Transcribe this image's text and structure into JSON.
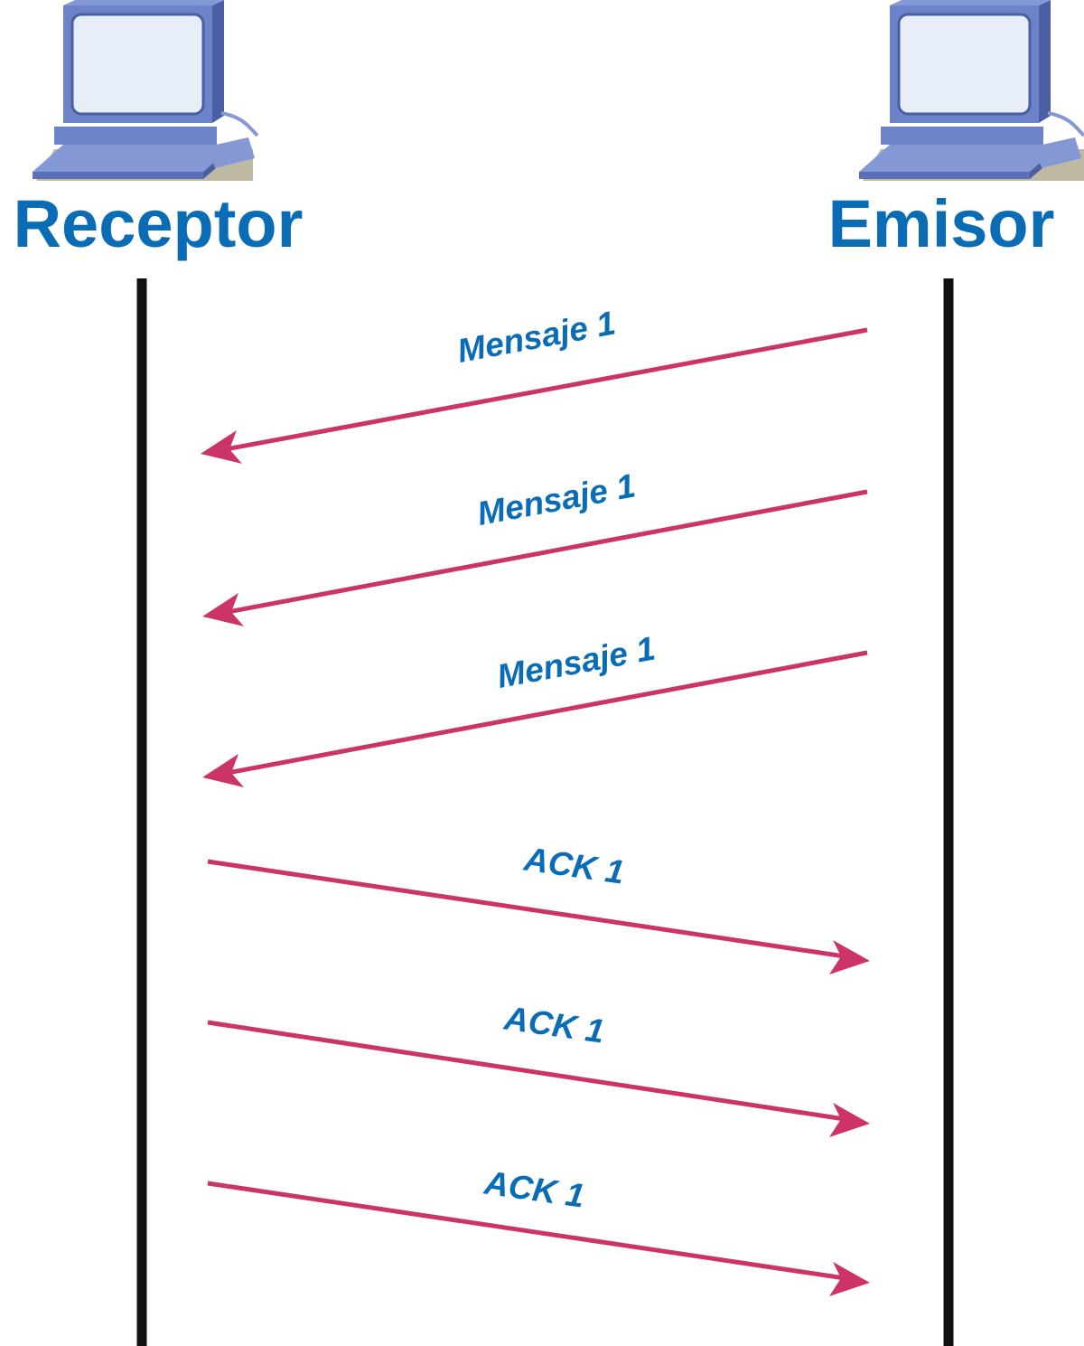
{
  "colors": {
    "title": "#0a6cb5",
    "label": "#0a6cb5",
    "arrow": "#cc3366",
    "lifeline": "#111111",
    "computer_body": "#6d82c9",
    "computer_screen": "#e8eef8"
  },
  "hosts": {
    "left": {
      "name": "Receptor",
      "icon": "computer-icon"
    },
    "right": {
      "name": "Emisor",
      "icon": "computer-icon"
    }
  },
  "messages": [
    {
      "label": "Mensaje 1",
      "from": "Emisor",
      "to": "Receptor"
    },
    {
      "label": "Mensaje 1",
      "from": "Emisor",
      "to": "Receptor"
    },
    {
      "label": "Mensaje 1",
      "from": "Emisor",
      "to": "Receptor"
    },
    {
      "label": "ACK 1",
      "from": "Receptor",
      "to": "Emisor"
    },
    {
      "label": "ACK 1",
      "from": "Receptor",
      "to": "Emisor"
    },
    {
      "label": "ACK 1",
      "from": "Receptor",
      "to": "Emisor"
    }
  ]
}
